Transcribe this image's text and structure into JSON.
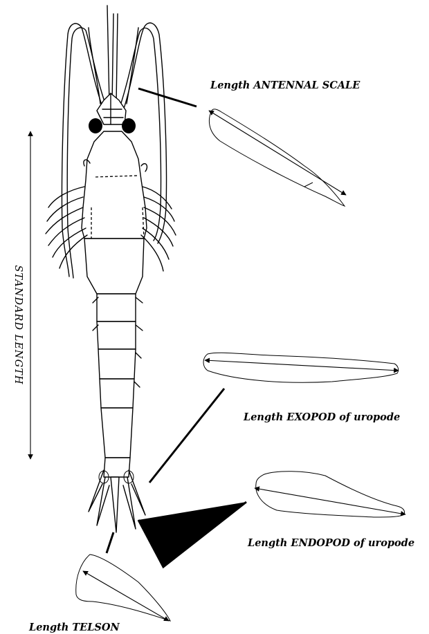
{
  "labels": {
    "antennal_scale": "Length ANTENNAL SCALE",
    "standard_length": "STANDARD LENGTH",
    "exopod": "Length EXOPOD of uropode",
    "endopod": "Length ENDOPOD of uropode",
    "telson": "Length TELSON"
  },
  "colors": {
    "line": "#000000",
    "background": "#ffffff"
  }
}
